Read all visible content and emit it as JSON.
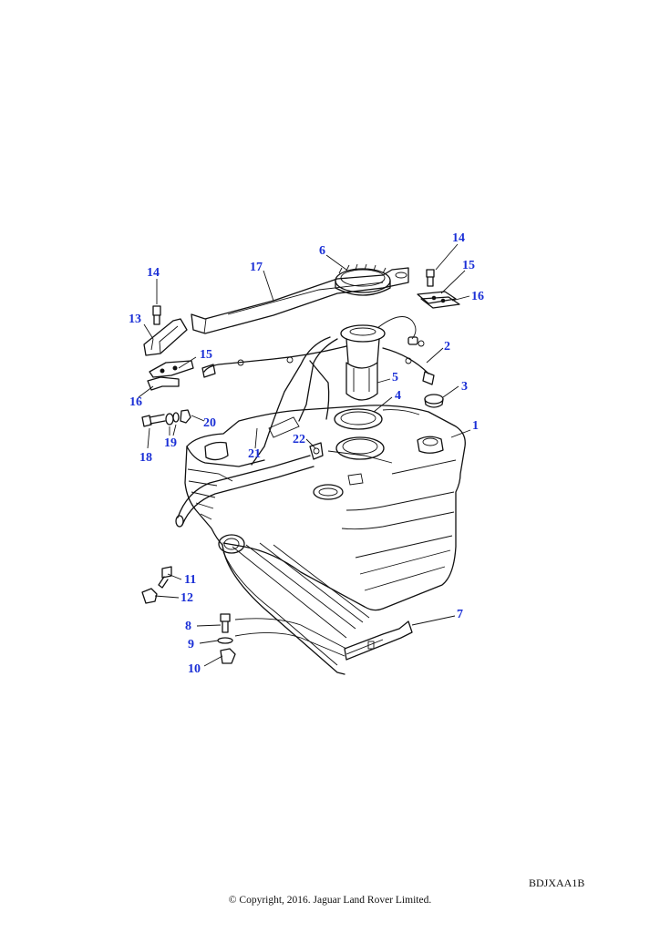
{
  "callouts": [
    {
      "id": "c1",
      "text": "1"
    },
    {
      "id": "c2",
      "text": "2"
    },
    {
      "id": "c3",
      "text": "3"
    },
    {
      "id": "c4",
      "text": "4"
    },
    {
      "id": "c5",
      "text": "5"
    },
    {
      "id": "c6",
      "text": "6"
    },
    {
      "id": "c7",
      "text": "7"
    },
    {
      "id": "c8",
      "text": "8"
    },
    {
      "id": "c9",
      "text": "9"
    },
    {
      "id": "c10",
      "text": "10"
    },
    {
      "id": "c11",
      "text": "11"
    },
    {
      "id": "c12",
      "text": "12"
    },
    {
      "id": "c13",
      "text": "13"
    },
    {
      "id": "c14a",
      "text": "14"
    },
    {
      "id": "c14b",
      "text": "14"
    },
    {
      "id": "c15a",
      "text": "15"
    },
    {
      "id": "c15b",
      "text": "15"
    },
    {
      "id": "c16a",
      "text": "16"
    },
    {
      "id": "c16b",
      "text": "16"
    },
    {
      "id": "c17",
      "text": "17"
    },
    {
      "id": "c18",
      "text": "18"
    },
    {
      "id": "c19",
      "text": "19"
    },
    {
      "id": "c20",
      "text": "20"
    },
    {
      "id": "c21",
      "text": "21"
    },
    {
      "id": "c22",
      "text": "22"
    }
  ],
  "reference_code": "BDJXAA1B",
  "copyright": "© Copyright, 2016. Jaguar Land Rover Limited.",
  "colors": {
    "callout": "#1a2fd6",
    "line": "#111111",
    "background": "#ffffff"
  }
}
